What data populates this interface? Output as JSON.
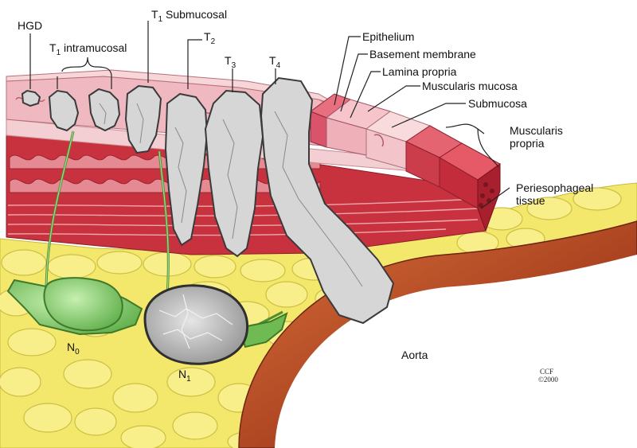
{
  "diagram": {
    "labels": {
      "hgd": "HGD",
      "t1_intramucosal_prefix": "T",
      "t1_intramucosal_sub": "1",
      "t1_intramucosal_text": " intramucosal",
      "t1_submucosal_prefix": "T",
      "t1_submucosal_sub": "1",
      "t1_submucosal_text": " Submucosal",
      "t2_prefix": "T",
      "t2_sub": "2",
      "t3_prefix": "T",
      "t3_sub": "3",
      "t4_prefix": "T",
      "t4_sub": "4",
      "epithelium": "Epithelium",
      "basement_membrane": "Basement membrane",
      "lamina_propria": "Lamina propria",
      "muscularis_mucosa": "Muscularis mucosa",
      "submucosa": "Submucosa",
      "muscularis_propria": "Muscularis propria",
      "periesophageal_tissue": "Periesophageal tissue",
      "n0_prefix": "N",
      "n0_sub": "0",
      "n1_prefix": "N",
      "n1_sub": "1",
      "aorta": "Aorta"
    },
    "credit": {
      "org": "CCF",
      "year": "©2000"
    },
    "colors": {
      "epithelium": "#f0b8c0",
      "submucosa": "#f3cfd3",
      "muscle": "#c8323f",
      "fat": "#f4ea6a",
      "aorta_outer": "#b8502a",
      "aorta_inner": "#ffffff",
      "tumor": "#d6d6d6",
      "node_normal": "#8fd47a",
      "node_involved": "#a9a9a9"
    }
  }
}
